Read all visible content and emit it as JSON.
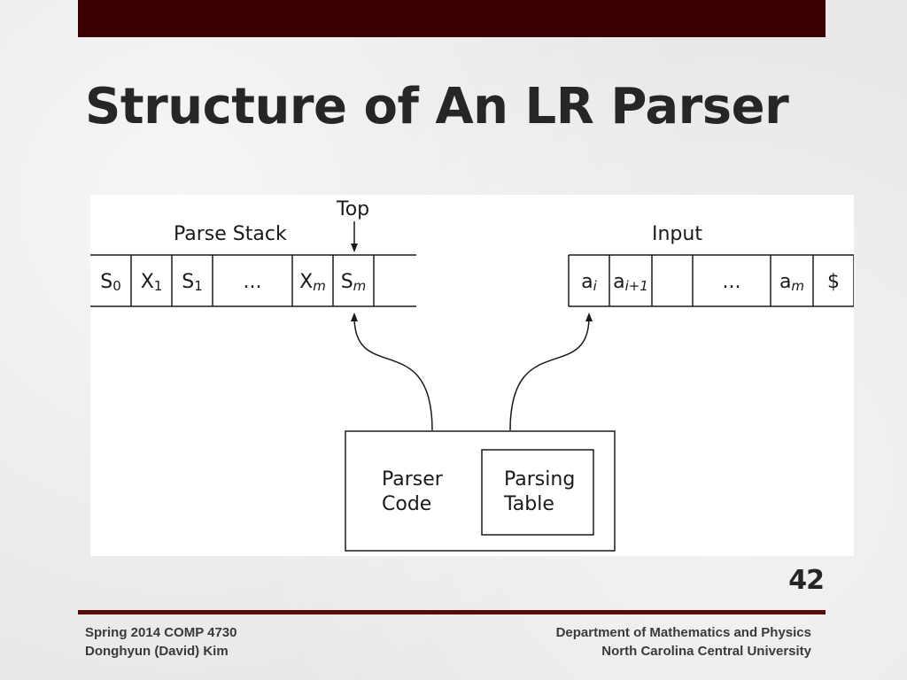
{
  "slide": {
    "title": "Structure of An LR Parser",
    "page_number": "42",
    "colors": {
      "accent": "#3d0000",
      "title_text": "#262626",
      "background": "#e8e8e8"
    }
  },
  "diagram": {
    "top_label": "Top",
    "parse_stack_label": "Parse Stack",
    "input_label": "Input",
    "stack_cells": [
      {
        "base": "S",
        "sub": "0"
      },
      {
        "base": "X",
        "sub": "1"
      },
      {
        "base": "S",
        "sub": "1"
      },
      {
        "base": "...",
        "sub": ""
      },
      {
        "base": "X",
        "sub": "m"
      },
      {
        "base": "S",
        "sub": "m"
      }
    ],
    "input_cells": [
      {
        "base": "a",
        "sub": "i"
      },
      {
        "base": "a",
        "sub": "i+1"
      },
      {
        "base": "...",
        "sub": ""
      },
      {
        "base": "a",
        "sub": "m"
      },
      {
        "base": "$",
        "sub": ""
      }
    ],
    "parser_code": {
      "line1": "Parser",
      "line2": "Code"
    },
    "parsing_table": {
      "line1": "Parsing",
      "line2": "Table"
    }
  },
  "footer": {
    "left_line1": "Spring 2014 COMP 4730",
    "left_line2": "Donghyun (David) Kim",
    "right_line1": "Department of Mathematics and Physics",
    "right_line2": "North Carolina Central University"
  }
}
